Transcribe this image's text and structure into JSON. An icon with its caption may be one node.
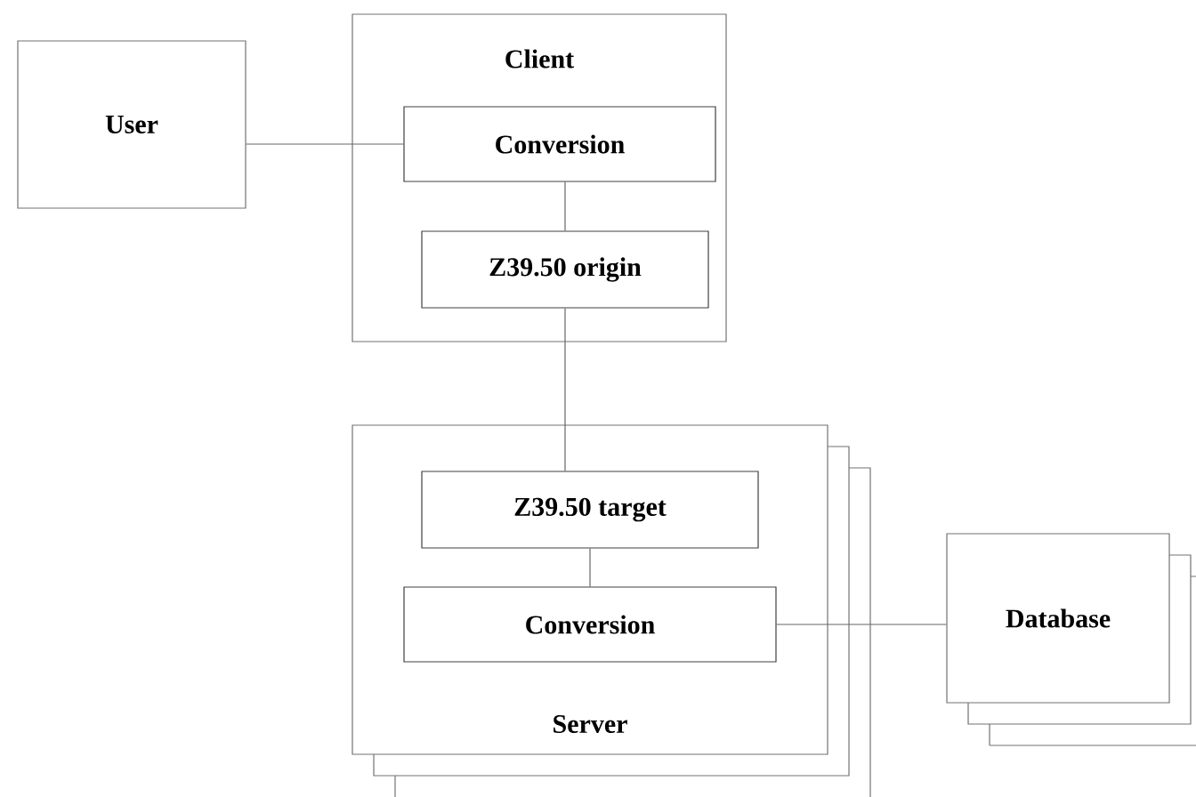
{
  "diagram": {
    "nodes": [
      {
        "text": [
          "User"
        ]
      },
      {
        "text": [
          "Client"
        ]
      },
      {
        "text": [
          "Conversion"
        ],
        "in": 1
      },
      {
        "text": [
          "Z39.50 origin"
        ],
        "in": 1
      },
      {
        "text": [
          "Server"
        ]
      },
      {
        "text": [
          "Z39.50 target"
        ],
        "in": 4
      },
      {
        "text": [
          "Conversion"
        ],
        "in": 4
      },
      {
        "text": [
          "Database"
        ]
      }
    ],
    "edges": [
      {
        "from": 0,
        "to": 2,
        "arrow": "none"
      },
      {
        "from": 2,
        "to": 3,
        "arrow": "none"
      },
      {
        "from": 3,
        "to": 5,
        "arrow": "none"
      },
      {
        "from": 5,
        "to": 6,
        "arrow": "none"
      },
      {
        "from": 6,
        "to": 7,
        "arrow": "none"
      }
    ]
  }
}
